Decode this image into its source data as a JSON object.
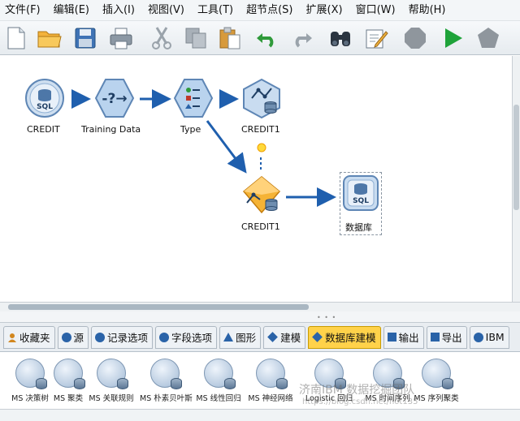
{
  "menu": [
    "文件(F)",
    "编辑(E)",
    "插入(I)",
    "视图(V)",
    "工具(T)",
    "超节点(S)",
    "扩展(X)",
    "窗口(W)",
    "帮助(H)"
  ],
  "toolbar_icons": [
    "new-file-icon",
    "open-folder-icon",
    "save-icon",
    "print-icon",
    "cut-icon",
    "copy-icon",
    "paste-icon",
    "undo-icon",
    "redo-icon",
    "binoculars-icon",
    "edit-icon",
    "stop-icon",
    "run-icon",
    "run-selection-icon"
  ],
  "stream": {
    "nodes": [
      {
        "label": "CREDIT",
        "icon": "sql-source-icon"
      },
      {
        "label": "Training Data",
        "icon": "partition-icon"
      },
      {
        "label": "Type",
        "icon": "type-icon"
      },
      {
        "label": "CREDIT1",
        "icon": "db-model-icon"
      },
      {
        "label": "CREDIT1",
        "icon": "model-nugget-icon"
      },
      {
        "label": "数据库",
        "icon": "database-export-icon"
      }
    ]
  },
  "palette_tabs": [
    "收藏夹",
    "源",
    "记录选项",
    "字段选项",
    "图形",
    "建模",
    "数据库建模",
    "输出",
    "导出",
    "IBM"
  ],
  "active_tab": "数据库建模",
  "palette_items": [
    "MS 决策树",
    "MS 聚类",
    "MS 关联规则",
    "MS 朴素贝叶斯",
    "MS 线性回归",
    "MS 神经网络",
    "Logistic 回归",
    "MS 时间序列",
    "MS 序列聚类"
  ],
  "watermark": {
    "main": "济南IBM 数据挖掘团队",
    "sub": "https://blog.csdn.net/hot135"
  },
  "colors": {
    "accent": "#1f5fae",
    "active_tab": "#ffd24a",
    "run": "#1fa33a"
  }
}
